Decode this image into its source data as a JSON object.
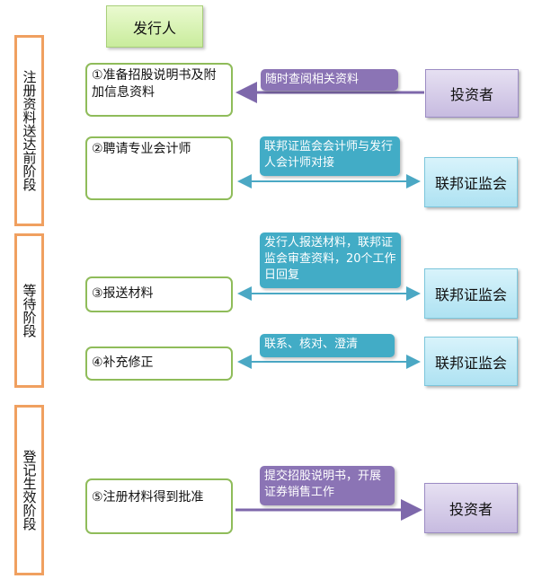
{
  "issuer": "发行人",
  "stages": [
    {
      "text": "注册资料送达前阶段"
    },
    {
      "text": "等待阶段"
    },
    {
      "text": "登记生效阶段"
    }
  ],
  "steps": [
    {
      "text": "①准备招股说明书及附加信息资料"
    },
    {
      "text": "②聘请专业会计师"
    },
    {
      "text": "③报送材料"
    },
    {
      "text": "④补充修正"
    },
    {
      "text": "⑤注册材料得到批准"
    }
  ],
  "parties": [
    {
      "text": "投资者"
    },
    {
      "text": "联邦证监会"
    },
    {
      "text": "联邦证监会"
    },
    {
      "text": "联邦证监会"
    },
    {
      "text": "投资者"
    }
  ],
  "labels": [
    {
      "text": "随时查阅相关资料"
    },
    {
      "text": "联邦证监会会计师与发行人会计师对接"
    },
    {
      "text": "发行人报送材料，联邦证监会审查资料，20个工作日回复"
    },
    {
      "text": "联系、核对、澄清"
    },
    {
      "text": "提交招股说明书，开展证券销售工作"
    }
  ],
  "colors": {
    "purple_arrow": "#7e68ab",
    "teal_arrow": "#4ba8c4",
    "stage_border": "#f0a060",
    "step_border": "#8fbc5a"
  }
}
